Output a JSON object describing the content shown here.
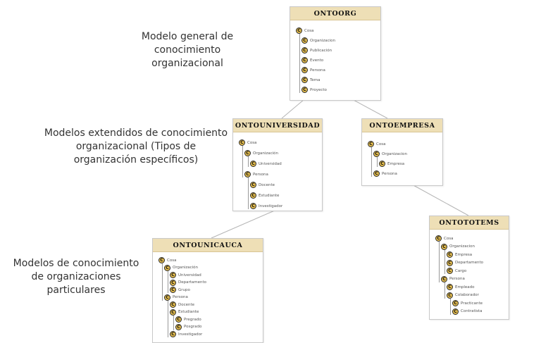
{
  "captions": {
    "general": "Modelo general de conocimiento organizacional",
    "extended": "Modelos extendidos de conocimiento organizacional (Tipos de organización específicos)",
    "particular": "Modelos de conocimiento de organizaciones particulares"
  },
  "node_icon_glyph": "C",
  "colors": {
    "title_bg": "#eedfb6",
    "icon_fill": "#e2bb4d",
    "border": "#c8c8c8",
    "connector": "#b4b4b4"
  },
  "boxes": {
    "ontoorg": {
      "title": "ONTOORG",
      "nodes": [
        {
          "label": "Cosa"
        },
        {
          "label": "Organizacion"
        },
        {
          "label": "Publicación"
        },
        {
          "label": "Evento"
        },
        {
          "label": "Persona"
        },
        {
          "label": "Tema"
        },
        {
          "label": "Proyecto"
        }
      ]
    },
    "ontouniversidad": {
      "title": "ONTOUNIVERSIDAD",
      "nodes": [
        {
          "label": "Cosa"
        },
        {
          "label": "Organización"
        },
        {
          "label": "Universidad"
        },
        {
          "label": "Persona"
        },
        {
          "label": "Docente"
        },
        {
          "label": "Estudiante"
        },
        {
          "label": "Investigador"
        }
      ]
    },
    "ontoempresa": {
      "title": "ONTOEMPRESA",
      "nodes": [
        {
          "label": "Cosa"
        },
        {
          "label": "Organizacion"
        },
        {
          "label": "Empresa"
        },
        {
          "label": "Persona"
        }
      ]
    },
    "ontounicauca": {
      "title": "ONTOUNICAUCA",
      "nodes": [
        {
          "label": "Cosa"
        },
        {
          "label": "Organización"
        },
        {
          "label": "Universidad"
        },
        {
          "label": "Departamento"
        },
        {
          "label": "Grupo"
        },
        {
          "label": "Persona"
        },
        {
          "label": "Docente"
        },
        {
          "label": "Estudiante"
        },
        {
          "label": "Pregrado"
        },
        {
          "label": "Posgrado"
        },
        {
          "label": "Investigador"
        }
      ]
    },
    "ontototems": {
      "title": "ONTOTOTEMS",
      "nodes": [
        {
          "label": "Cosa"
        },
        {
          "label": "Organizacion"
        },
        {
          "label": "Empresa"
        },
        {
          "label": "Departamento"
        },
        {
          "label": "Cargo"
        },
        {
          "label": "Persona"
        },
        {
          "label": "Empleado"
        },
        {
          "label": "Colaborador"
        },
        {
          "label": "Practicante"
        },
        {
          "label": "Contratista"
        }
      ]
    }
  }
}
